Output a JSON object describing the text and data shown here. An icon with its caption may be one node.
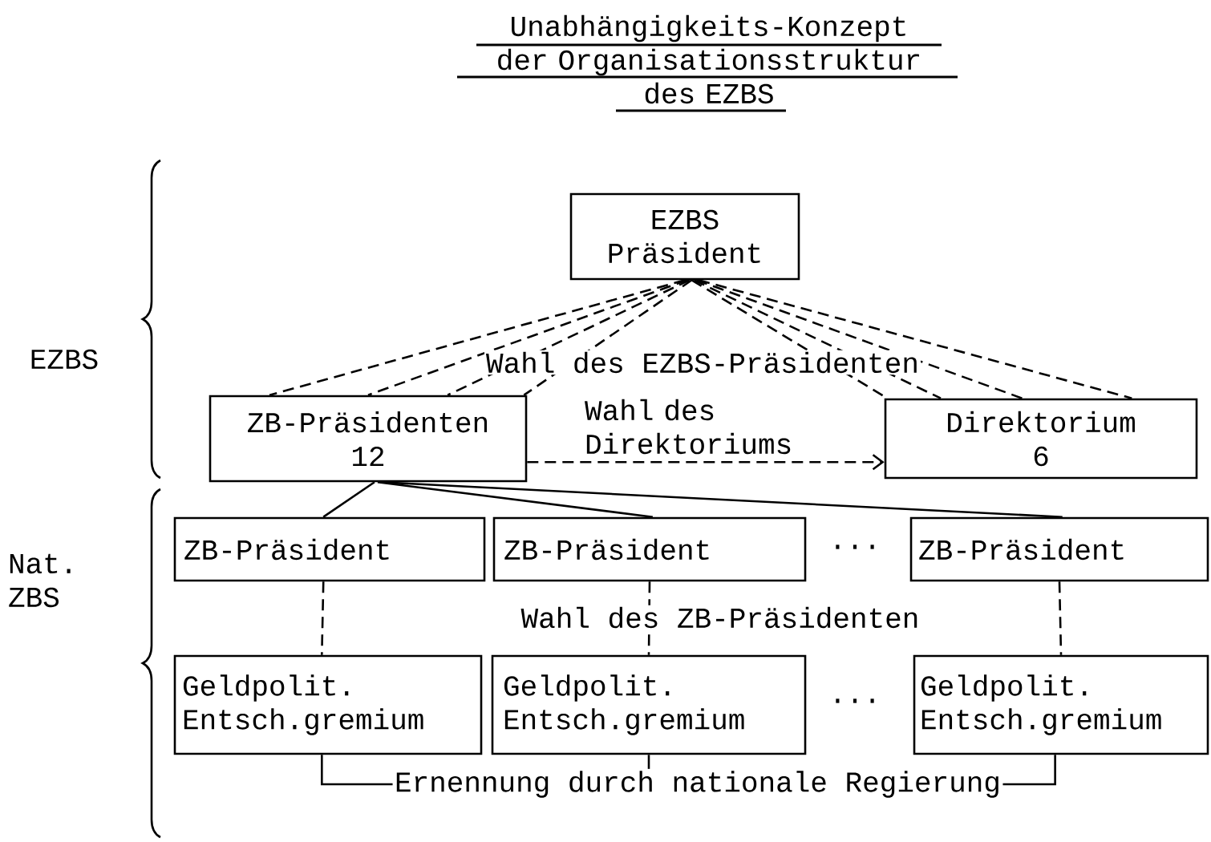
{
  "diagram": {
    "title": "Unabhängigkeits-Konzept der Organisationsstruktur des EZBS",
    "nodes": [
      {
        "text": [
          "EZBS Präsident"
        ]
      },
      {
        "text": [
          "ZB-Präsidenten 12"
        ]
      },
      {
        "text": [
          "Direktorium 6"
        ]
      },
      {
        "text": [
          "ZB-Präsident"
        ]
      },
      {
        "text": [
          "ZB-Präsident"
        ]
      },
      {
        "text": [
          "ZB-Präsident"
        ]
      },
      {
        "text": [
          "Geldpolit. Entsch.gremium"
        ]
      },
      {
        "text": [
          "Geldpolit. Entsch.gremium"
        ]
      },
      {
        "text": [
          "Geldpolit. Entsch.gremium"
        ]
      },
      {
        "text": [
          "Ernennung durch nationale Regierung"
        ]
      }
    ],
    "edges": [
      {
        "from": 0,
        "to": 1,
        "arrow": "none",
        "style": "dashed"
      },
      {
        "from": 0,
        "to": 1,
        "arrow": "none",
        "style": "dashed"
      },
      {
        "from": 0,
        "to": 1,
        "arrow": "none",
        "style": "dashed"
      },
      {
        "from": 0,
        "to": 1,
        "arrow": "none",
        "style": "dashed"
      },
      {
        "from": 0,
        "to": 2,
        "arrow": "none",
        "style": "dashed"
      },
      {
        "from": 0,
        "to": 2,
        "arrow": "none",
        "style": "dashed"
      },
      {
        "from": 0,
        "to": 2,
        "arrow": "none",
        "style": "dashed"
      },
      {
        "from": 0,
        "to": 2,
        "arrow": "none",
        "style": "dashed"
      },
      {
        "from": 1,
        "to": 2,
        "arrow": "to",
        "style": "dashed",
        "label": "Wahl des Direktoriums"
      },
      {
        "from": 1,
        "to": 3,
        "arrow": "none"
      },
      {
        "from": 1,
        "to": 4,
        "arrow": "none"
      },
      {
        "from": 1,
        "to": 5,
        "arrow": "none"
      },
      {
        "from": 3,
        "to": 6,
        "arrow": "none",
        "style": "dashed"
      },
      {
        "from": 4,
        "to": 7,
        "arrow": "none",
        "style": "dashed"
      },
      {
        "from": 5,
        "to": 8,
        "arrow": "none",
        "style": "dashed"
      },
      {
        "from": 6,
        "to": 9,
        "arrow": "none"
      },
      {
        "from": 7,
        "to": 9,
        "arrow": "none"
      },
      {
        "from": 8,
        "to": 9,
        "arrow": "none"
      }
    ],
    "labels": [
      "EZBS",
      "Wahl des EZBS-Präsidenten",
      "...",
      "Nat. ZBS",
      "Wahl des ZB-Präsidenten",
      "..."
    ]
  }
}
